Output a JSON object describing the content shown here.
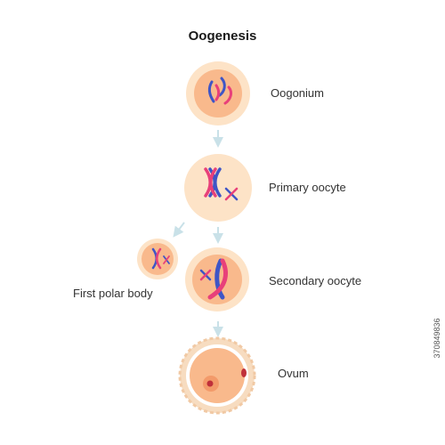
{
  "title": "Oogenesis",
  "stages": {
    "oogonium": "Oogonium",
    "primary": "Primary oocyte",
    "secondary": "Secondary oocyte",
    "polar": "First polar body",
    "ovum": "Ovum"
  },
  "stock_id": "370849836",
  "colors": {
    "cell_outer": "#fde3c7",
    "cell_inner": "#f9b98c",
    "chromosome_blue": "#3f55c6",
    "chromosome_pink": "#e8407a",
    "arrow": "#c9e1e8",
    "ovum_shell": "#f7dcc0",
    "ovum_nucleolus": "#c0303a"
  }
}
